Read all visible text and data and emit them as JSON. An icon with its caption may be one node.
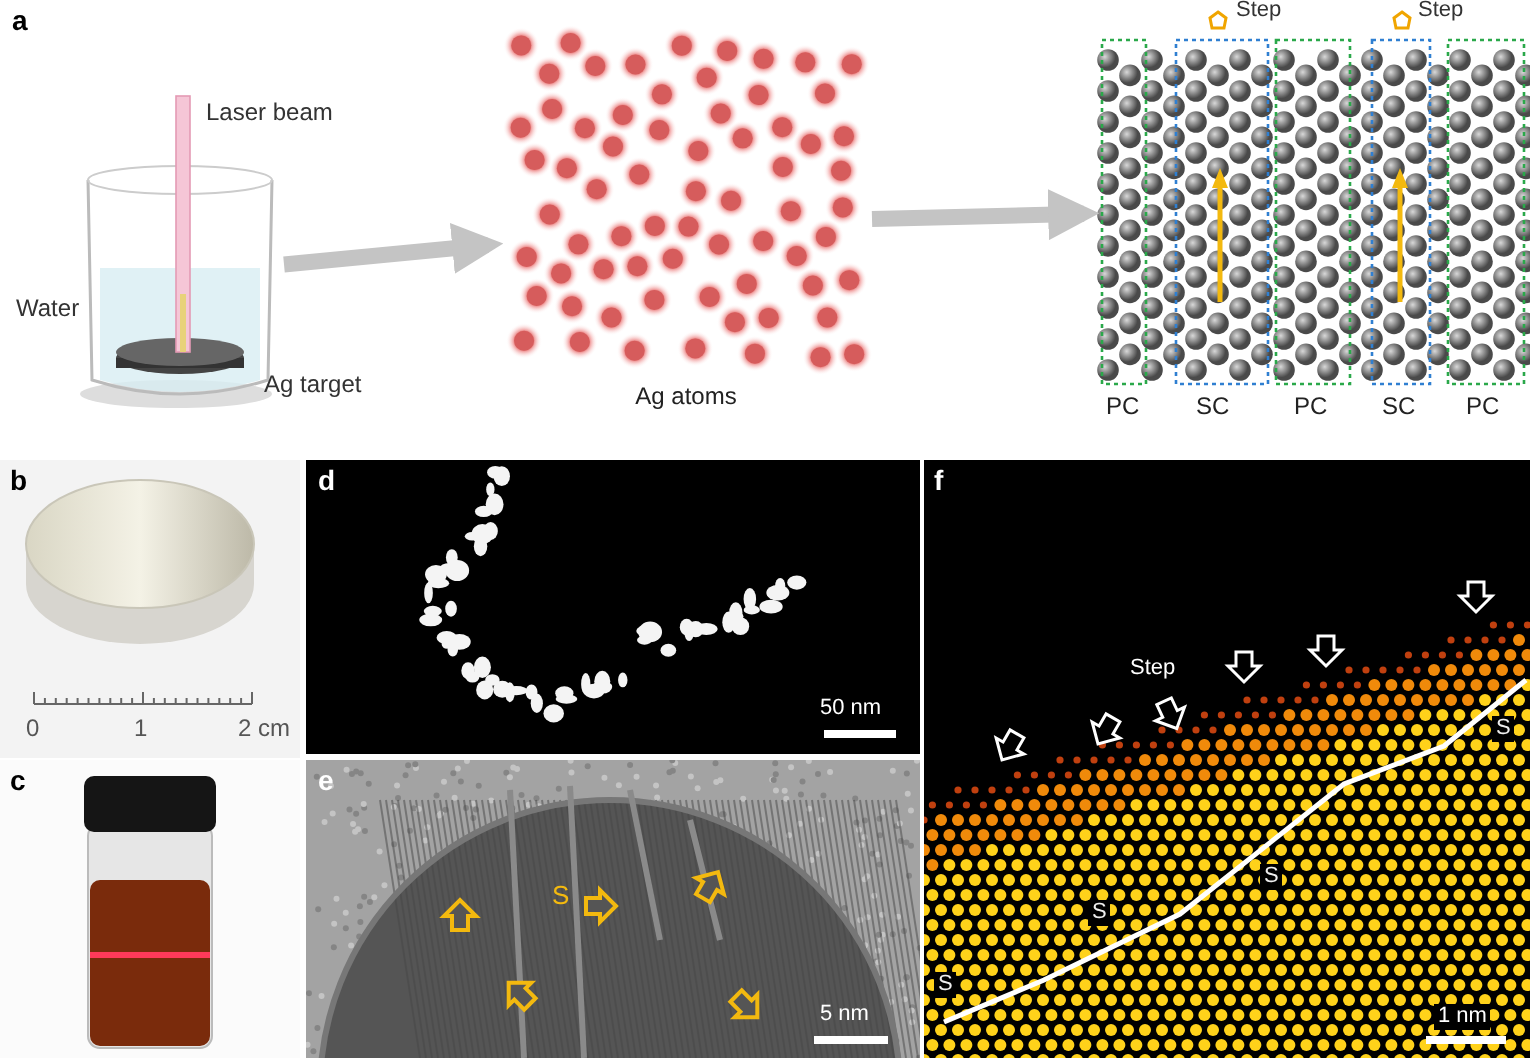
{
  "diagram": {
    "nodes": [
      {
        "text": [],
        "shape": "picture"
      },
      {
        "text": [
          "Ag atoms"
        ]
      },
      {
        "text": [],
        "shape": "picture"
      }
    ],
    "edges": [
      {
        "from": 0,
        "to": 1,
        "arrow": "to"
      },
      {
        "from": 1,
        "to": 2,
        "arrow": "to"
      }
    ],
    "labels": [
      "a",
      "Laser beam",
      "Water",
      "Ag target",
      "Step",
      "Step",
      "PC",
      "SC",
      "PC",
      "SC",
      "PC",
      "b",
      "0",
      "1",
      "2 cm",
      "c",
      "d",
      "50 nm",
      "e",
      "S",
      "5 nm",
      "f",
      "Step",
      "S",
      "S",
      "S",
      "S",
      "1 nm"
    ]
  }
}
